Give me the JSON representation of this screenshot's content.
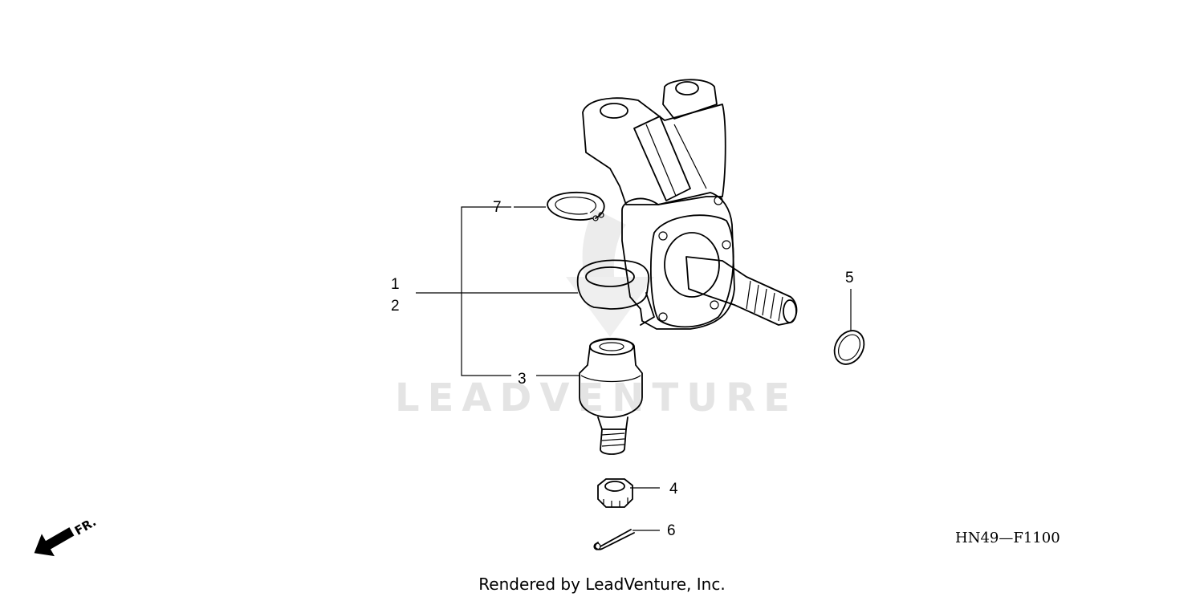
{
  "diagram": {
    "watermark": "LEADVENTURE",
    "direction_label": "FR.",
    "drawing_code": "HN49—F1100",
    "footer": "Rendered by LeadVenture, Inc.",
    "callouts": [
      "1",
      "2",
      "3",
      "4",
      "5",
      "6",
      "7"
    ]
  }
}
